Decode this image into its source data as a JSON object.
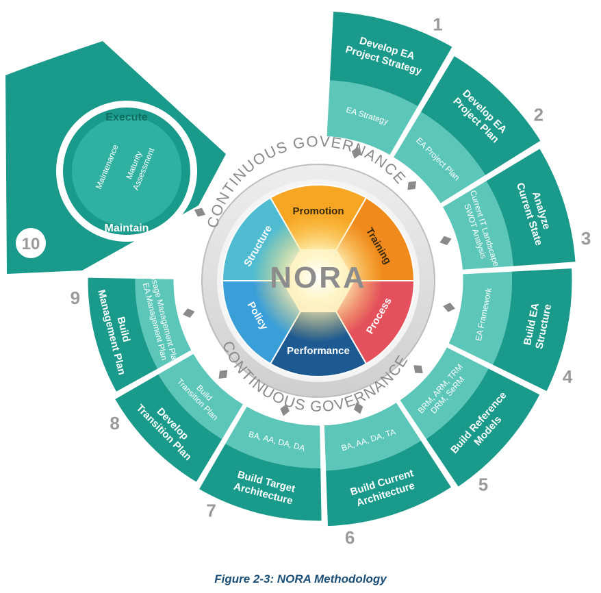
{
  "diagram": {
    "center_title": "NORA",
    "governance_label": "CONTINUOUS GOVERNANCE",
    "hub_segments": [
      {
        "label": "Promotion",
        "color": "#f6a623"
      },
      {
        "label": "Training",
        "color": "#f08a1c"
      },
      {
        "label": "Process",
        "color": "#e4505c"
      },
      {
        "label": "Performance",
        "color": "#1d5a92"
      },
      {
        "label": "Policy",
        "color": "#3a9fd9"
      },
      {
        "label": "Structure",
        "color": "#4fbcd1"
      }
    ],
    "steps": [
      {
        "number": "1",
        "title": [
          "Develop EA",
          "Project Strategy"
        ],
        "outputs": [
          "EA Strategy"
        ]
      },
      {
        "number": "2",
        "title": [
          "Develop EA",
          "Project Plan"
        ],
        "outputs": [
          "EA Project Plan"
        ]
      },
      {
        "number": "3",
        "title": [
          "Analyze",
          "Current State"
        ],
        "outputs": [
          "Current IT Landscape",
          "SWOT Analysis"
        ]
      },
      {
        "number": "4",
        "title": [
          "Build EA",
          "Structure"
        ],
        "outputs": [
          "EA Framework"
        ]
      },
      {
        "number": "5",
        "title": [
          "Build Reference",
          "Models"
        ],
        "outputs": [
          "BRM, ARM, TRM",
          "DRM, SeRM"
        ]
      },
      {
        "number": "6",
        "title": [
          "Build Current",
          "Architecture"
        ],
        "outputs": [
          "BA, AA, DA, TA"
        ]
      },
      {
        "number": "7",
        "title": [
          "Build Target",
          "Architecture"
        ],
        "outputs": [
          "BA, AA, DA, DA"
        ]
      },
      {
        "number": "8",
        "title": [
          "Develop",
          "Transition Plan"
        ],
        "outputs": [
          "Build",
          "Transition Plan"
        ]
      },
      {
        "number": "9",
        "title": [
          "Build",
          "Management Plan"
        ],
        "outputs": [
          "Usage Management Plan",
          "EA Management Plan"
        ]
      },
      {
        "number": "10",
        "title": [
          "Execute",
          "Maintain"
        ],
        "outputs": [
          "Maintenance",
          "Maturity",
          "Assessment"
        ]
      }
    ],
    "colors": {
      "teal_dark": "#1a9a8a",
      "teal_mid": "#30b0a0",
      "teal_light": "#5cc6b8",
      "number_gray": "#9a9a9a",
      "governance_ring": "#dcdcdc",
      "governance_text": "#8a8a8a"
    }
  },
  "caption": "Figure 2-3: NORA Methodology"
}
